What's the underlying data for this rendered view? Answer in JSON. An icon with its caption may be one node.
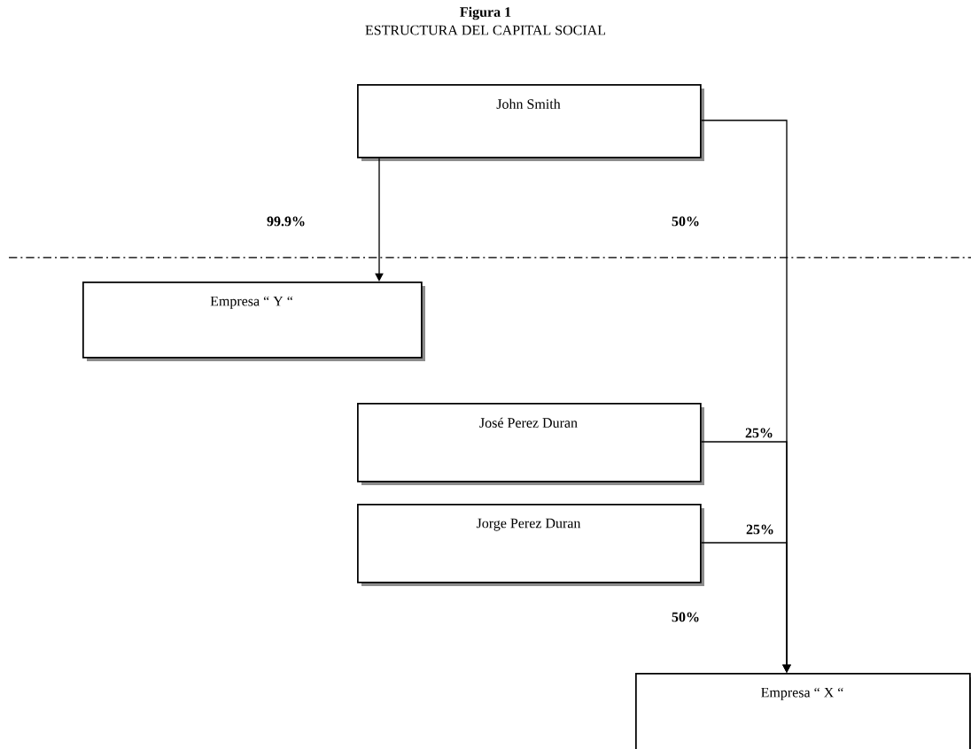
{
  "diagram": {
    "title": "Figura 1",
    "nodes": [
      {
        "text": [
          "John Smith"
        ]
      },
      {
        "text": [
          "Empresa “ Y “"
        ]
      },
      {
        "text": [
          "José Perez Duran"
        ]
      },
      {
        "text": [
          "Jorge Perez Duran"
        ]
      },
      {
        "text": [
          "Empresa “ X “"
        ]
      }
    ],
    "edges": [
      {
        "from": 0,
        "to": 1,
        "arrow": "to"
      },
      {
        "from": 0,
        "to": 4,
        "arrow": "to"
      },
      {
        "from": 2,
        "to": 4,
        "arrow": "to",
        "label": "25%"
      },
      {
        "from": 3,
        "to": 4,
        "arrow": "to",
        "label": "25%"
      }
    ],
    "labels": [
      "ESTRUCTURA DEL CAPITAL SOCIAL",
      "99.9%",
      "50%",
      "50%"
    ]
  }
}
